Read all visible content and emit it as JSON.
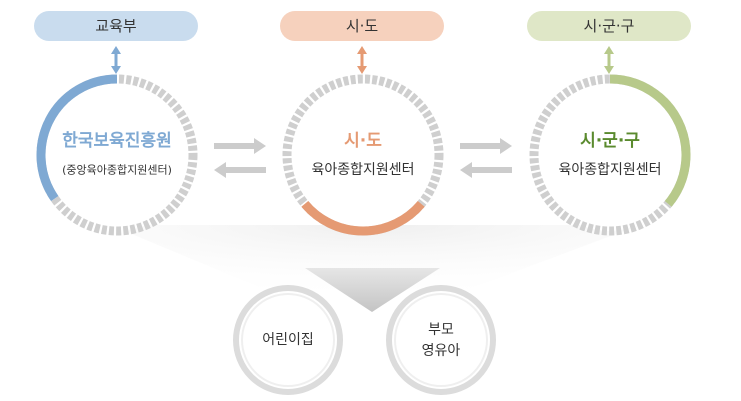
{
  "colors": {
    "blue": "#7fa9d3",
    "blue_light": "#c9dcee",
    "orange": "#e59a73",
    "orange_light": "#f6d1bd",
    "green": "#b7c98a",
    "green_light": "#dfe7c7",
    "ring_gray": "#cfcfcf",
    "arrow_gray": "#cccccc",
    "green_text": "#5a8a2e"
  },
  "top_labels": {
    "ministry": "교육부",
    "province": "시·도",
    "municipal": "시·군·구"
  },
  "centers": {
    "national": {
      "name": "한국보육진흥원",
      "sub": "(중앙육아종합지원센터)"
    },
    "province": {
      "name": "시·도",
      "sub": "육아종합지원센터"
    },
    "municipal": {
      "name": "시·군·구",
      "sub": "육아종합지원센터"
    }
  },
  "targets": {
    "daycare": [
      "어린이집"
    ],
    "parents": [
      "부모",
      "영유아"
    ]
  }
}
